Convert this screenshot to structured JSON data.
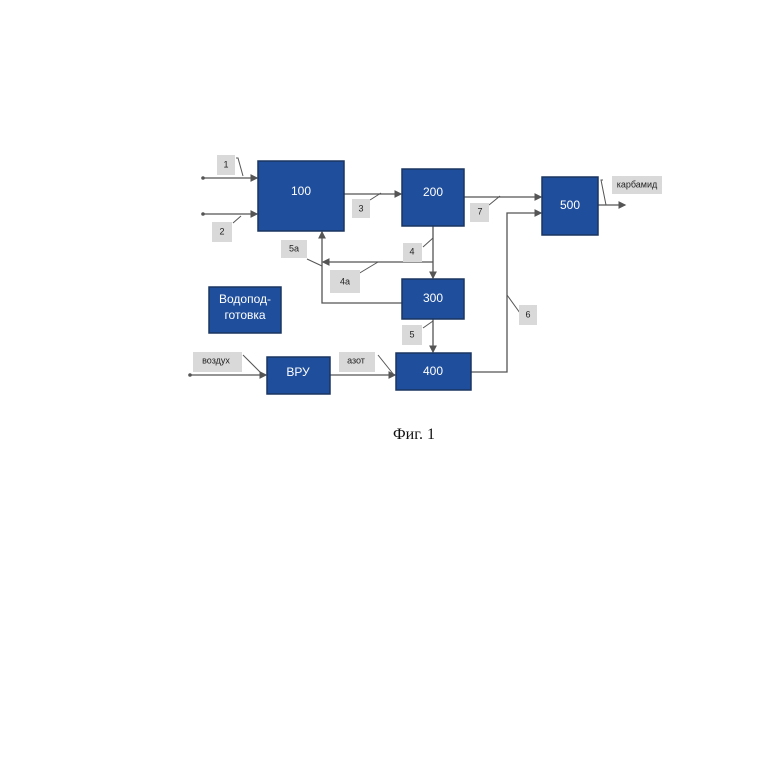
{
  "blocks": {
    "b100": "100",
    "b200": "200",
    "b300": "300",
    "b400": "400",
    "b500": "500",
    "vru": "ВРУ",
    "water_line1": "Водопод-",
    "water_line2": "готовка"
  },
  "streams": {
    "s1": "1",
    "s2": "2",
    "s3": "3",
    "s4": "4",
    "s4a": "4а",
    "s5": "5",
    "s5a": "5а",
    "s6": "6",
    "s7": "7",
    "air": "воздух",
    "nitrogen": "азот",
    "urea": "карбамид"
  },
  "caption": "Фиг. 1"
}
